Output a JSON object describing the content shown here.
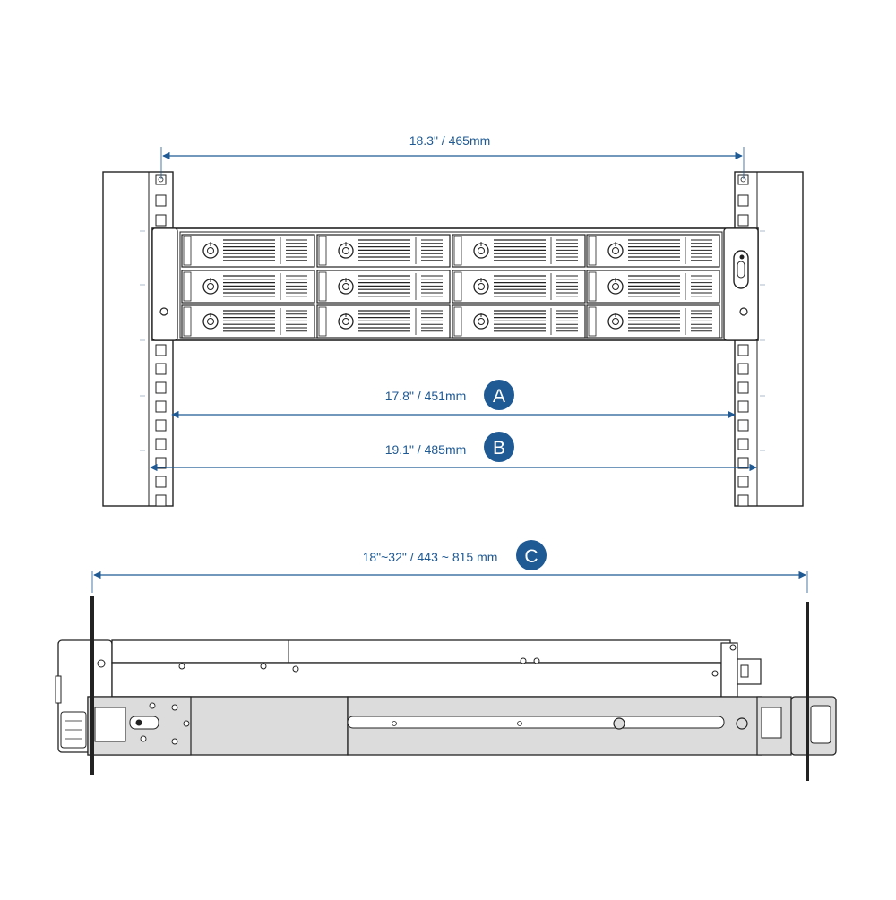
{
  "colors": {
    "accent": "#1f5a94",
    "line": "#222222",
    "rail_fill": "#dcdcdc"
  },
  "dimensions": {
    "top": {
      "label": "18.3\" / 465mm"
    },
    "a": {
      "label": "17.8\" / 451mm",
      "badge": "A"
    },
    "b": {
      "label": "19.1\" / 485mm",
      "badge": "B"
    },
    "c": {
      "label": "18\"~32\" / 443 ~ 815 mm",
      "badge": "C"
    }
  },
  "icons": {
    "drive_lock": "lock-knob-icon",
    "power_button": "power-button-icon",
    "badge": "circle-letter-badge"
  }
}
